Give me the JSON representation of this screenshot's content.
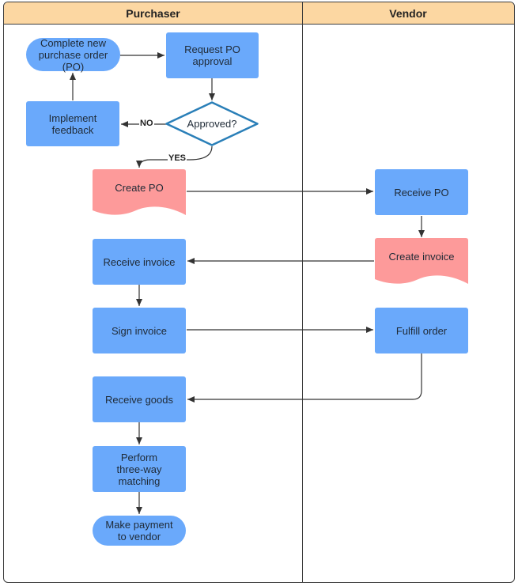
{
  "lanes": {
    "purchaser": "Purchaser",
    "vendor": "Vendor"
  },
  "nodes": {
    "complete_po": "Complete new\npurchase order\n(PO)",
    "request_approval": "Request PO\napproval",
    "approved": "Approved?",
    "implement_feedback": "Implement\nfeedback",
    "create_po": "Create PO",
    "receive_po": "Receive PO",
    "create_invoice": "Create invoice",
    "receive_invoice": "Receive invoice",
    "sign_invoice": "Sign invoice",
    "fulfill_order": "Fulfill order",
    "receive_goods": "Receive goods",
    "three_way": "Perform\nthree-way\nmatching",
    "make_payment": "Make payment\nto vendor"
  },
  "edge_labels": {
    "no": "NO",
    "yes": "YES"
  },
  "colors": {
    "header": "#fcd7a2",
    "process": "#6aa9fb",
    "document": "#fd9a9a",
    "decision_border": "#2a7fb8"
  }
}
